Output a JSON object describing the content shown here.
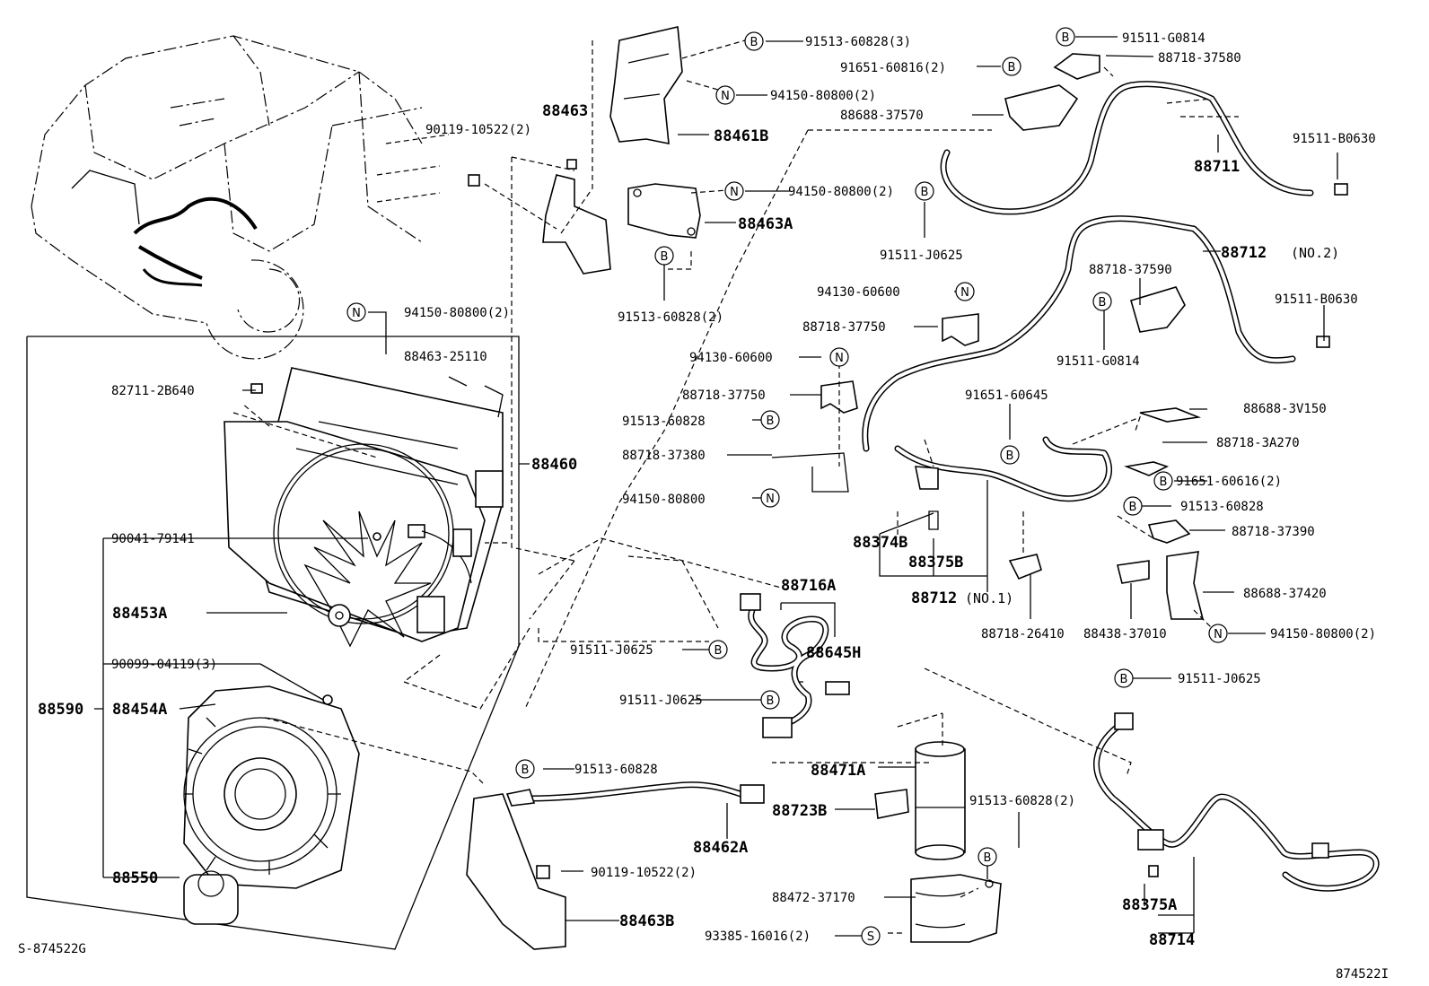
{
  "diagram_id": "S-874522G",
  "figure_ref": "874522I",
  "markers": {
    "bolt": "B",
    "nut": "N",
    "screw": "S"
  },
  "labels": {
    "p_9151360828_3": "91513-60828(3)",
    "p_9151160814": "91511-G0814",
    "p_8871837580": "88718-37580",
    "p_9165160816": "91651-60816(2)",
    "p_9415080800_a": "94150-80800(2)",
    "p_8868837570": "88688-37570",
    "p_88463": "88463",
    "p_9011910522_a": "90119-10522(2)",
    "p_88461b": "88461B",
    "p_9415080800_b": "94150-80800(2)",
    "p_88463a": "88463A",
    "p_9151360828_2a": "91513-60828(2)",
    "p_9151130625_a": "91511-J0625",
    "p_88711": "88711",
    "p_91511b0630_a": "91511-B0630",
    "p_88712_no2": "88712",
    "p_no2": "(NO.2)",
    "p_8871837590": "88718-37590",
    "p_91511b0630_b": "91511-B0630",
    "p_9413060600_a": "94130-60600",
    "p_8871837750_a": "88718-37750",
    "p_91511g0814_b": "91511-G0814",
    "p_9415080800_c": "94150-80800(2)",
    "p_8846325110": "88463-25110",
    "p_827112b640": "82711-2B640",
    "p_88460": "88460",
    "p_9004179141": "90041-79141",
    "p_88453a": "88453A",
    "p_9009904119": "90099-04119(3)",
    "p_88590": "88590",
    "p_88454a": "88454A",
    "p_88550": "88550",
    "p_9413060600_b": "94130-60600",
    "p_8871837750_b": "88718-37750",
    "p_9151360828_a": "91513-60828",
    "p_8871837380": "88718-37380",
    "p_9415080800_d": "94150-80800",
    "p_9165160645": "91651-60645",
    "p_8868833v150": "88688-3V150",
    "p_887183a270": "88718-3A270",
    "p_9165160616": "91651-60616(2)",
    "p_9151360828_b": "91513-60828",
    "p_8871837390": "88718-37390",
    "p_88374b": "88374B",
    "p_88375b": "88375B",
    "p_88712_no1": "88712",
    "p_no1": "(NO.1)",
    "p_8868837420": "88688-37420",
    "p_8871826410": "88718-26410",
    "p_8843837010": "88438-37010",
    "p_9415080800_e": "94150-80800(2)",
    "p_88716a": "88716A",
    "p_9151130625_b": "91511-J0625",
    "p_88645h": "88645H",
    "p_9151130625_c": "91511-J0625",
    "p_9151130625_d": "91511-J0625",
    "p_9151360828_c": "91513-60828",
    "p_88471a": "88471A",
    "p_88723b": "88723B",
    "p_9151360828_2b": "91513-60828(2)",
    "p_88462a": "88462A",
    "p_9011910522_b": "90119-10522(2)",
    "p_8847237170": "88472-37170",
    "p_88463b": "88463B",
    "p_9338516016": "93385-16016(2)",
    "p_88375a": "88375A",
    "p_88714": "88714"
  }
}
